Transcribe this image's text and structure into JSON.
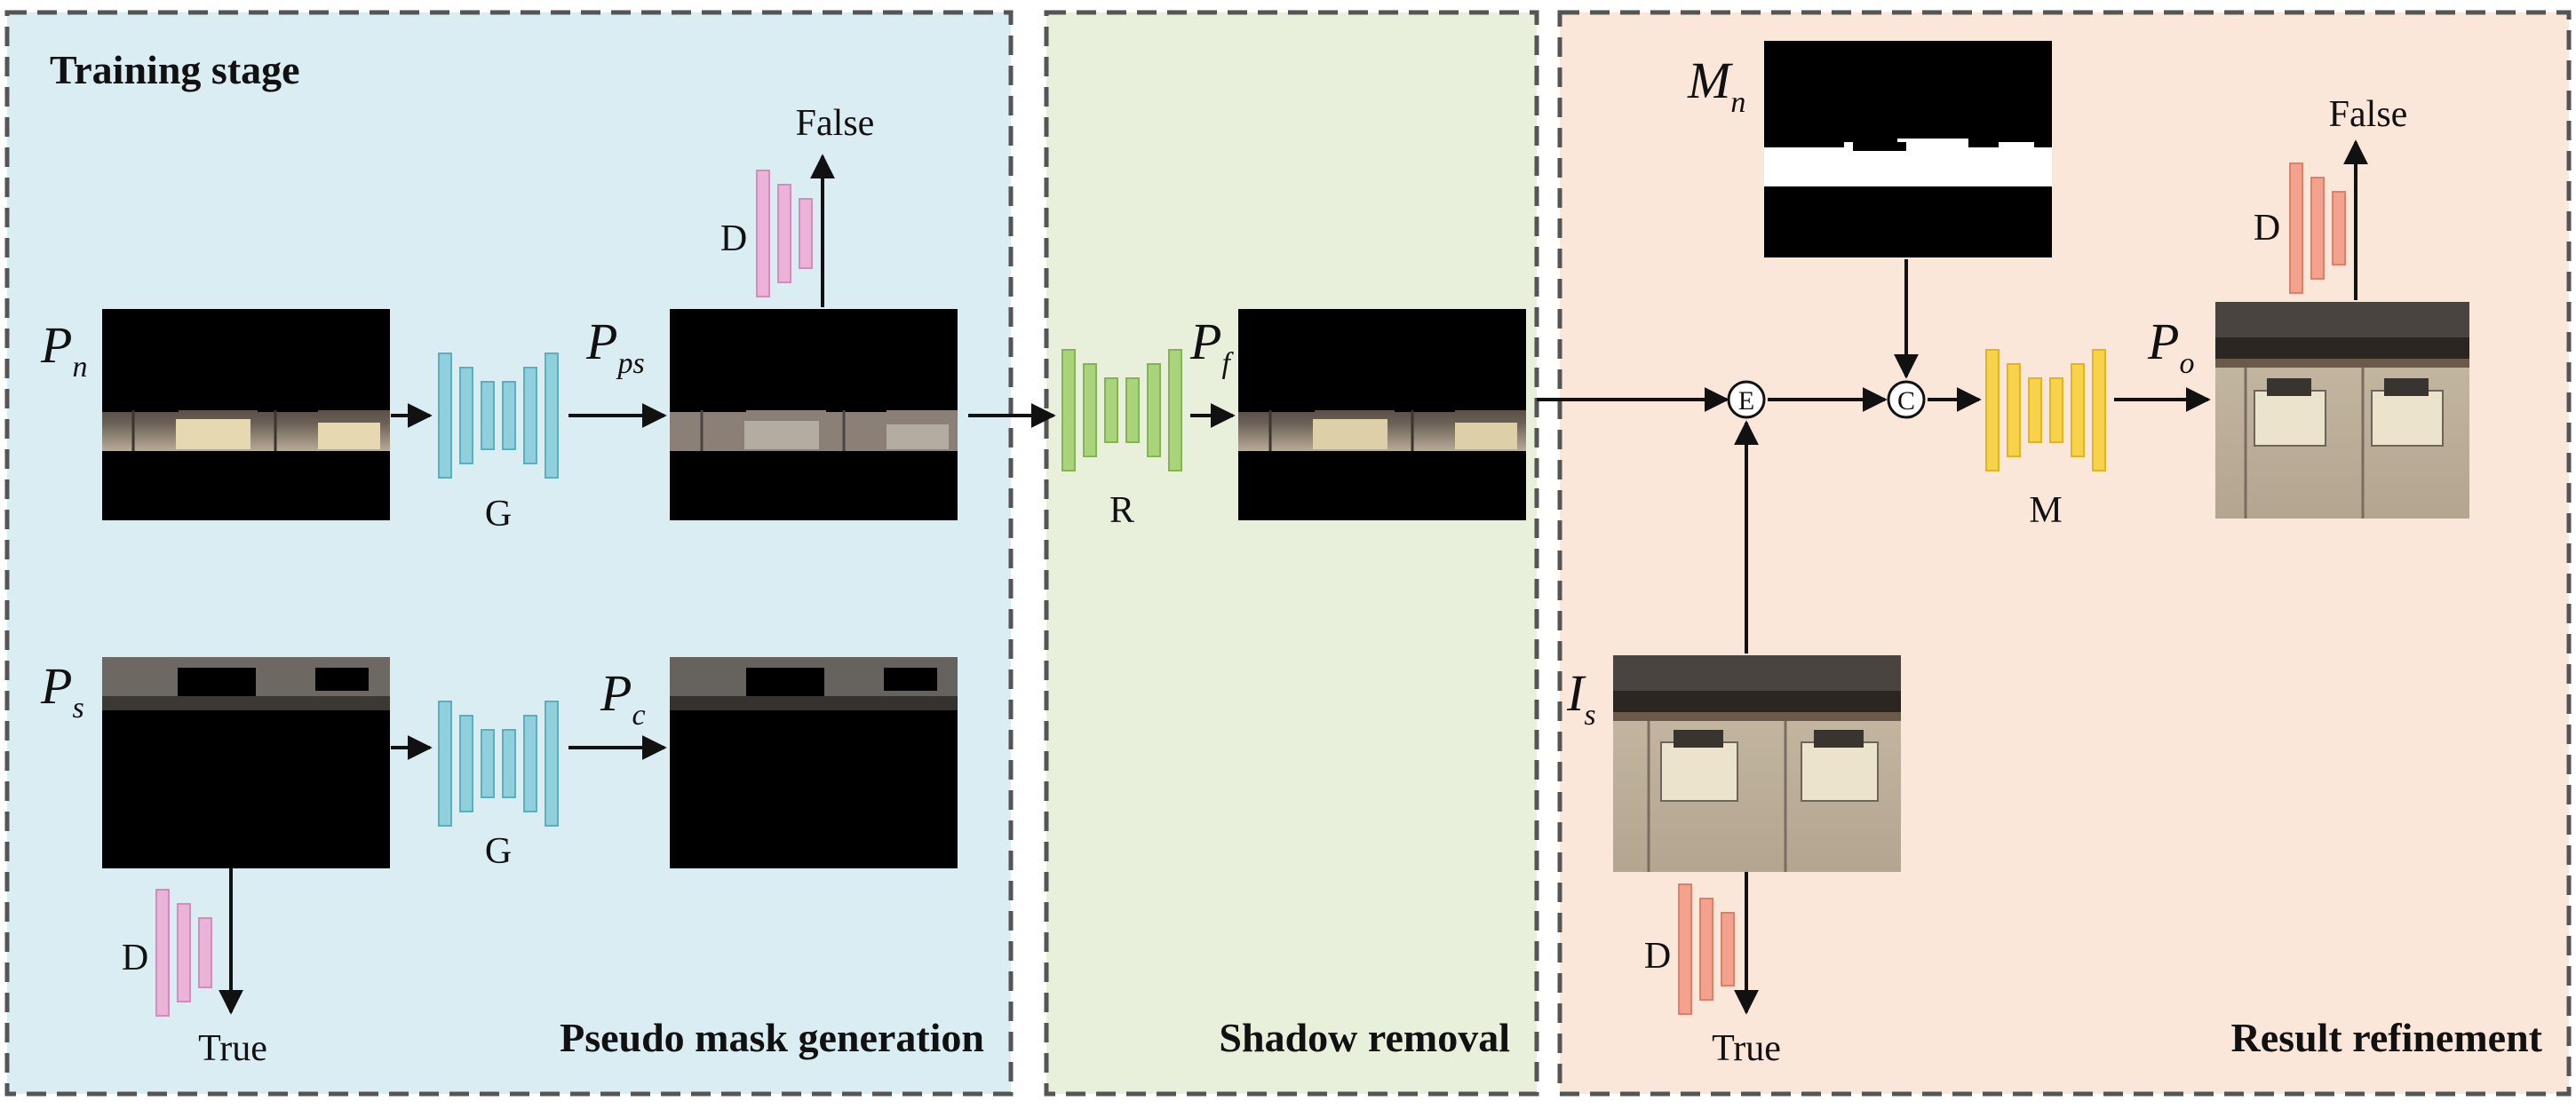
{
  "panels": {
    "training": {
      "title": "Training stage",
      "caption": "Pseudo mask generation",
      "fill": "#d9edf3"
    },
    "removal": {
      "caption": "Shadow removal",
      "fill": "#e8efdb"
    },
    "refine": {
      "caption": "Result refinement",
      "fill": "#fbe6da"
    }
  },
  "vars": {
    "pn": {
      "base": "P",
      "sub": "n"
    },
    "pps": {
      "base": "P",
      "sub": "ps"
    },
    "ps": {
      "base": "P",
      "sub": "s"
    },
    "pc": {
      "base": "P",
      "sub": "c"
    },
    "pf": {
      "base": "P",
      "sub": "f"
    },
    "mn": {
      "base": "M",
      "sub": "n"
    },
    "po": {
      "base": "P",
      "sub": "o"
    },
    "is": {
      "base": "I",
      "sub": "s"
    }
  },
  "networks": {
    "g1": "G",
    "g2": "G",
    "r": "R",
    "m": "M",
    "d1": "D",
    "d2": "D",
    "d3": "D",
    "d4": "D"
  },
  "outputs": {
    "d1_out": "False",
    "d2_out": "True",
    "d3_out": "False",
    "d4_out": "True"
  },
  "operators": {
    "e": "E",
    "c": "C"
  },
  "colors": {
    "generator": "#8fd0dc",
    "generator_stroke": "#5aaec0",
    "removal_net": "#a9d47c",
    "removal_stroke": "#82b652",
    "merge_net": "#f7d24a",
    "merge_stroke": "#e0b520",
    "disc_pink": "#eab3d7",
    "disc_pink_stroke": "#d48cbd",
    "disc_red": "#f3a28e",
    "disc_red_stroke": "#e07e68"
  }
}
